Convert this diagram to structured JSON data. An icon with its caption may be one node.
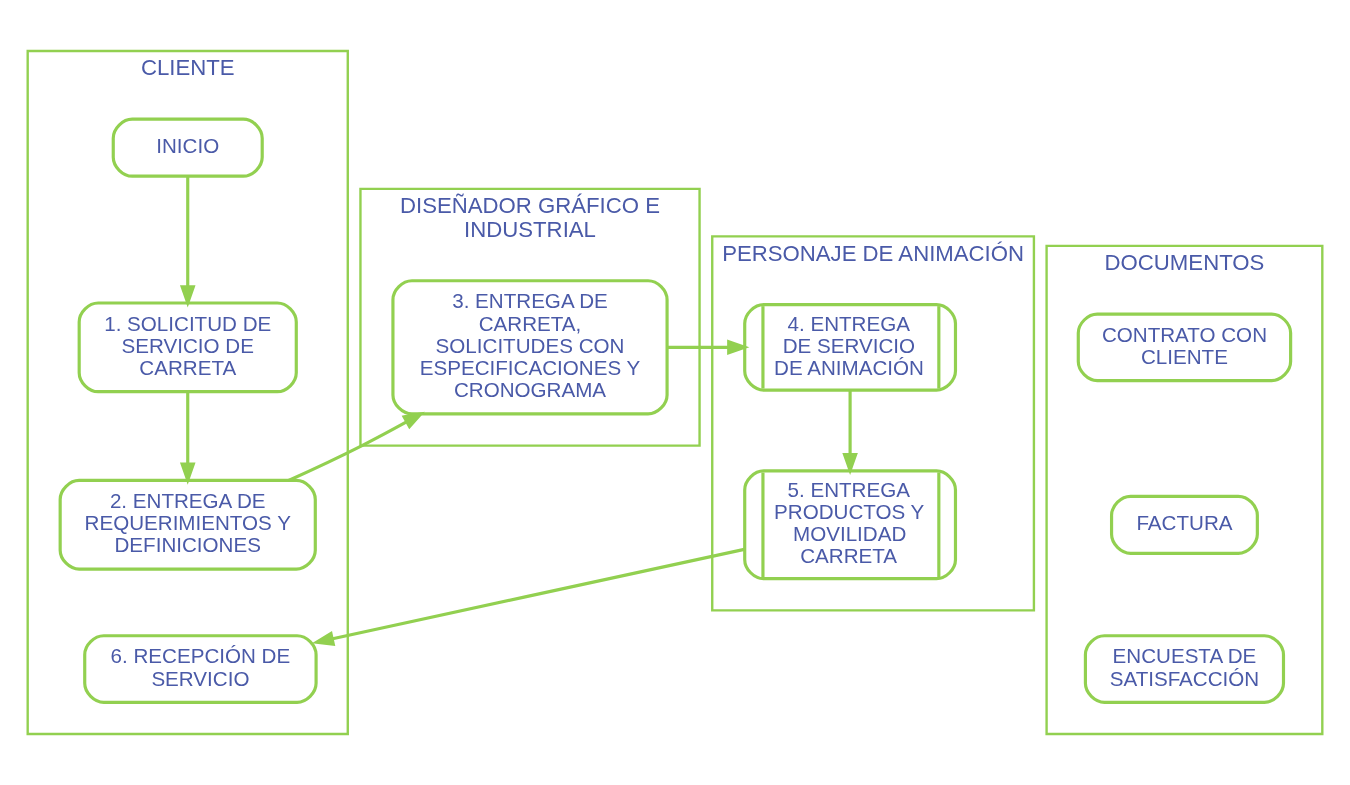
{
  "diagram": {
    "nodes": [
      {
        "text": [
          "CLIENTE"
        ]
      },
      {
        "text": [
          "DISEÑADOR GRÁFICO E INDUSTRIAL"
        ]
      },
      {
        "text": [
          "PERSONAJE DE ANIMACIÓN"
        ]
      },
      {
        "text": [
          "DOCUMENTOS"
        ]
      },
      {
        "text": [
          "INICIO"
        ],
        "in": 0
      },
      {
        "text": [
          "1. SOLICITUD DE SERVICIO DE CARRETA"
        ],
        "in": 0
      },
      {
        "text": [
          "2. ENTREGA DE REQUERIMIENTOS Y DEFINICIONES"
        ],
        "in": 0
      },
      {
        "text": [
          "6. RECEPCIÓN DE SERVICIO"
        ],
        "in": 0
      },
      {
        "text": [
          "3. ENTREGA DE CARRETA, SOLICITUDES CON ESPECIFICACIONES Y CRONOGRAMA"
        ],
        "in": 1
      },
      {
        "text": [
          "4. ENTREGA DE SERVICIO DE ANIMACIÓN"
        ],
        "in": 2
      },
      {
        "text": [
          "5. ENTREGA PRODUCTOS Y MOVILIDAD CARRETA"
        ],
        "in": 2
      },
      {
        "text": [
          "CONTRATO CON CLIENTE"
        ],
        "in": 3
      },
      {
        "text": [
          "FACTURA"
        ],
        "in": 3
      },
      {
        "text": [
          "ENCUESTA DE SATISFACCIÓN"
        ],
        "in": 3
      }
    ],
    "edges": [
      {
        "from": 4,
        "to": 5,
        "arrow": "to"
      },
      {
        "from": 5,
        "to": 6,
        "arrow": "to"
      },
      {
        "from": 6,
        "to": 8,
        "arrow": "to"
      },
      {
        "from": 8,
        "to": 9,
        "arrow": "to"
      },
      {
        "from": 9,
        "to": 10,
        "arrow": "to"
      },
      {
        "from": 10,
        "to": 7,
        "arrow": "to"
      }
    ]
  }
}
